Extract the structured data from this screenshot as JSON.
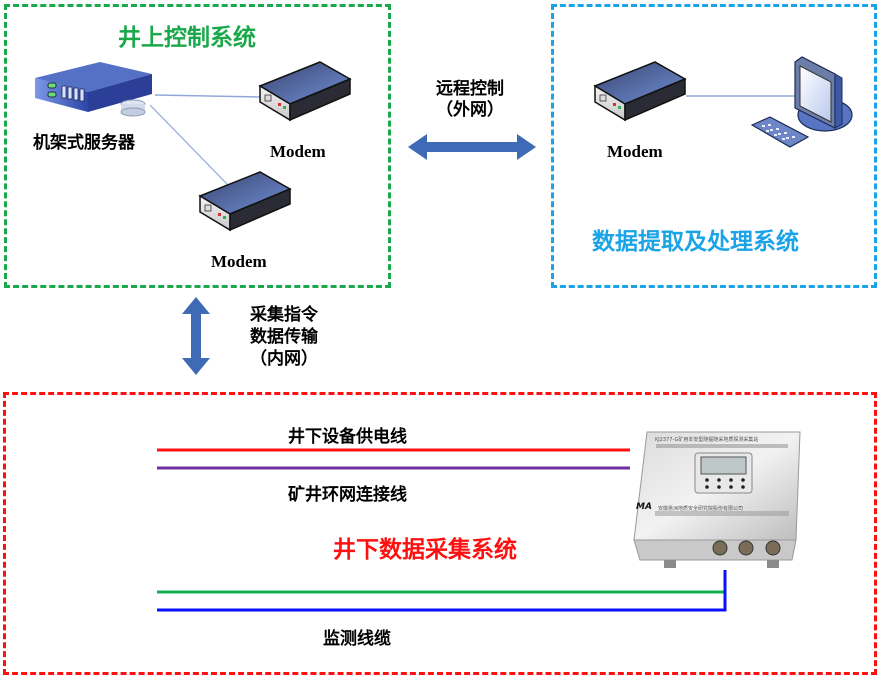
{
  "diagram": {
    "surface_system": {
      "title": "井上控制系统",
      "server_label": "机架式服务器",
      "modem_labels": [
        "Modem",
        "Modem"
      ],
      "border_color": "#1aa84a"
    },
    "remote_system": {
      "title": "数据提取及处理系统",
      "modem_label": "Modem",
      "border_color": "#1aa3e6"
    },
    "underground_system": {
      "title": "井下数据采集系统",
      "border_color": "#ff1010",
      "device_caption_top": "KJ2377-G矿用本安型随掘随采地质探测采集站",
      "device_caption_bottom": "安徽惠洲地质安全研究院股份有限公司",
      "device_mark": "MA",
      "lines": [
        {
          "label": "井下设备供电线",
          "color": "#ff1010"
        },
        {
          "label": "矿井环网连接线",
          "color": "#7030a0"
        },
        {
          "label": "",
          "color": "#10b050"
        },
        {
          "label": "监测线缆",
          "color": "#0a10ff"
        }
      ]
    },
    "links": {
      "remote_link": {
        "line1": "远程控制",
        "line2": "（外网）"
      },
      "internal_link": {
        "line1": "采集指令",
        "line2": "数据传输",
        "line3": "（内网）"
      },
      "arrow_color": "#3f6bb6"
    }
  }
}
